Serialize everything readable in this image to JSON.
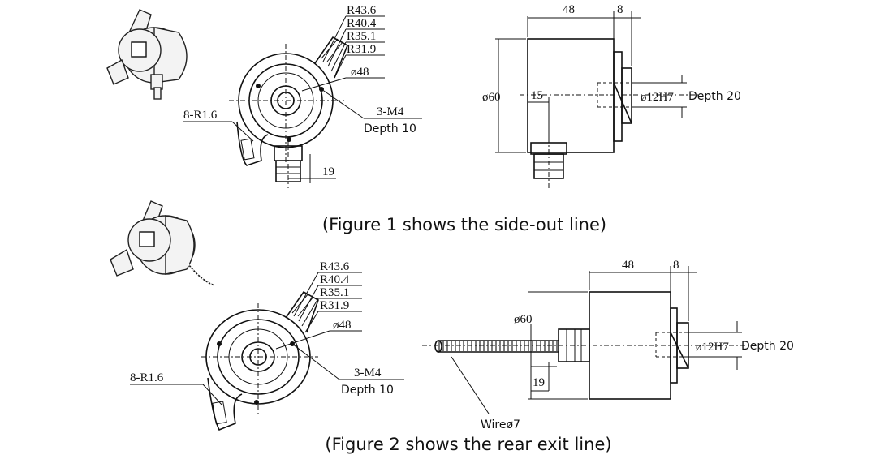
{
  "figure1": {
    "caption": "(Figure 1 shows the side-out line)",
    "front": {
      "radii": [
        "R43.6",
        "R40.4",
        "R35.1",
        "R31.9"
      ],
      "bolt_circle": "ø48",
      "holes": "3-M4",
      "holes_depth": "Depth 10",
      "slots": "8-R1.6",
      "connector_dim": "19"
    },
    "side": {
      "length": "48",
      "flange": "8",
      "diameter": "ø60",
      "offset": "15",
      "bore": "ø12H7",
      "bore_depth": "Depth 20"
    }
  },
  "figure2": {
    "caption": "(Figure 2 shows the rear exit line)",
    "front": {
      "radii": [
        "R43.6",
        "R40.4",
        "R35.1",
        "R31.9"
      ],
      "bolt_circle": "ø48",
      "holes": "3-M4",
      "holes_depth": "Depth 10",
      "slots": "8-R1.6"
    },
    "side": {
      "length": "48",
      "flange": "8",
      "diameter": "ø60",
      "offset": "19",
      "bore": "ø12H7",
      "bore_depth": "Depth 20",
      "wire": "Wireø7"
    }
  },
  "icons": {
    "encoder_iso_1": "encoder-side-exit-icon",
    "encoder_iso_2": "encoder-rear-exit-icon"
  }
}
